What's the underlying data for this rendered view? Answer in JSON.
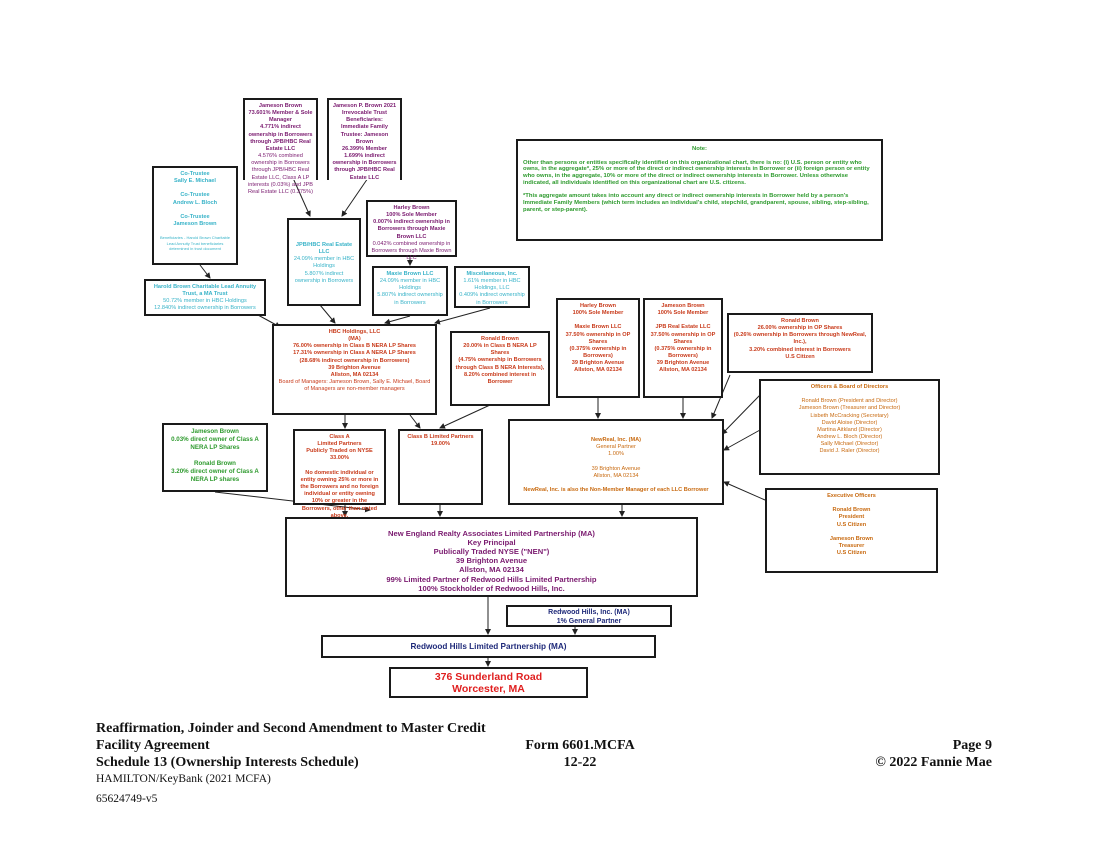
{
  "boxes": {
    "jameson_top": [
      "Jameson Brown",
      "73.601% Member & Sole Manager",
      "4.771% indirect ownership in Borrowers through JPB/HBC Real Estate LLC",
      "4.576% combined ownership in Borrowers through JPB/HBC Real Estate LLC, Class A LP interests (0.03%) and JPB Real Estate LLC (0.375%)"
    ],
    "trust2021": [
      "Jameson P. Brown 2021 Irrevocable Trust",
      "Beneficiaries: Immediate Family",
      "Trustee: Jameson Brown",
      "26.399% Member",
      "1.699% indirect ownership in Borrowers through JPB/HBC Real Estate LLC"
    ],
    "cotrustees": [
      "Co-Trustee",
      "Sally E. Michael",
      "Co-Trustee",
      "Andrew L. Bloch",
      "Co-Trustee",
      "Jameson Brown",
      "Beneficiaries - Harold Brown Charitable Lead Annuity Trust beneficiaries determined in trust document"
    ],
    "jpb_hbc": [
      "JPB/HBC Real Estate LLC",
      "24.09% member in HBC Holdings",
      "5.807% indirect ownership in Borrowers"
    ],
    "harley_top": [
      "Harley Brown",
      "100% Sole Member",
      "0.007% indirect ownership in Borrowers through Maxie Brown LLC",
      "0.042% combined ownership in Borrowers through Maxie Brown LLC"
    ],
    "maxie_llc": [
      "Maxie Brown LLC",
      "24.09% member in HBC Holdings",
      "5.807% indirect ownership in Borrowers"
    ],
    "hbc_clat": [
      "Harold Brown Charitable Lead Annuity Trust, a MA Trust",
      "50.72% member in HBC Holdings",
      "12.840% indirect ownership in Borrowers"
    ],
    "misc_inc": [
      "Miscellaneous, Inc.",
      "1.61% member in HBC Holdings, LLC",
      "0.409% indirect ownership in Borrowers"
    ],
    "hbc_holdings": [
      "HBC Holdings, LLC",
      "(MA)",
      "76.00% ownership in Class B NERA LP Shares",
      "17.31% ownership in Class A NERA LP Shares",
      "(28.68% indirect ownership in Borrowers)",
      "39 Brighton Avenue",
      "Allston, MA 02134",
      "Board of Managers: Jameson Brown, Sally E. Michael, Board of Managers are non-member managers"
    ],
    "ronald_classb": [
      "Ronald Brown",
      "20.00% in Class B NERA LP Shares",
      "(4.75% ownership in Borrowers through Class B NERA Interests), 8.20% combined interest in Borrower"
    ],
    "harley_mid": [
      "Harley Brown",
      "100% Sole Member"
    ],
    "maxie_mid": [
      "Maxie Brown LLC",
      "37.50% ownership in OP Shares",
      "(0.375% ownership in Borrowers)",
      "39 Brighton Avenue",
      "Allston, MA 02134"
    ],
    "jameson_mid": [
      "Jameson Brown",
      "100% Sole Member"
    ],
    "jpb_mid": [
      "JPB Real Estate LLC",
      "37.50% ownership in OP Shares",
      "(0.375% ownership in Borrowers)",
      "39 Brighton Avenue",
      "Allston, MA 02134"
    ],
    "ronald_op": [
      "Ronald Brown",
      "26.00% ownership in OP Shares",
      "(0.26% ownership in Borrowers through NewReal, Inc.),",
      "3.20% combined interest in Borrowers",
      "U.S Citizen"
    ],
    "officers_board": [
      "Officers & Board of Directors",
      "Ronald Brown (President and Director)",
      "Jameson Brown (Treasurer and Director)",
      "Lisbeth McCracking (Secretary)",
      "David Aloise (Director)",
      "Martina Aitkland (Director)",
      "Andrew L. Bloch (Director)",
      "Sally Michael (Director)",
      "David J. Raler (Director)"
    ],
    "direct_owners": [
      "Jameson Brown",
      "0.03% direct owner of Class A NERA LP Shares",
      "Ronald Brown",
      "3.20% direct owner of Class A NERA LP shares"
    ],
    "class_a": [
      "Class A",
      "Limited Partners",
      "Publicly Traded on NYSE",
      "33.00%",
      "No domestic individual or entity owning 25% or more in the Borrowers and no foreign individual or entity owning 10% or greater in the Borrowers, other than noted above."
    ],
    "class_b": [
      "Class B Limited Partners",
      "19.00%"
    ],
    "newreal": [
      "NewReal, Inc. (MA)",
      "General Partner",
      "1.00%",
      "39 Brighton Avenue",
      "Allston, MA 02134",
      "NewReal, Inc. is also the Non-Member Manager of each LLC Borrower"
    ],
    "exec_officers": [
      "Executive Officers",
      "Ronald Brown",
      "President",
      "U.S Citizen",
      "Jameson Brown",
      "Treasurer",
      "U.S Citizen"
    ],
    "nera": [
      "New England Realty Associates Limited Partnership (MA)",
      "Key Principal",
      "Publically Traded NYSE (\"NEN\")",
      "39 Brighton Avenue",
      "Allston, MA 02134",
      "99% Limited Partner of Redwood Hills Limited Partnership",
      "100% Stockholder of Redwood Hills, Inc."
    ],
    "redwood_inc": [
      "Redwood Hills, Inc. (MA)",
      "1% General Partner"
    ],
    "redwood_lp": [
      "Redwood Hills Limited Partnership (MA)"
    ],
    "property": [
      "376 Sunderland Road",
      "Worcester, MA"
    ]
  },
  "note": {
    "title": "Note:",
    "p1": "Other than persons or entities specifically identified on this organizational chart, there is no: (i) U.S. person or entity who owns, in the aggregate*, 25% or more of the direct or indirect ownership interests in Borrower or (ii) foreign person or entity who owns, in the aggregate, 10% or more of the direct or indirect ownership interests in Borrower. Unless otherwise indicated, all individuals identified on this organizational chart are U.S. citizens.",
    "p2": "*This aggregate amount takes into account any direct or indirect ownership interests in Borrower held by a person's Immediate Family Members (which term includes an individual's child, stepchild, grandparent, spouse, sibling, step-sibling, parent, or step-parent)."
  },
  "footer": {
    "title1": "Reaffirmation, Joinder and Second Amendment to Master Credit",
    "title2": "Facility Agreement",
    "title3": "Schedule 13 (Ownership Interests Schedule)",
    "line4": "HAMILTON/KeyBank (2021 MCFA)",
    "line5": "65624749-v5",
    "form": "Form 6601.MCFA",
    "date": "12-22",
    "page": "Page 9",
    "copyright": "© 2022 Fannie Mae"
  },
  "colors": {
    "purple": "#7a1a6f",
    "teal": "#38b3c8",
    "green": "#2e9a2e",
    "red": "#c83a1a",
    "orange": "#c86a10"
  }
}
